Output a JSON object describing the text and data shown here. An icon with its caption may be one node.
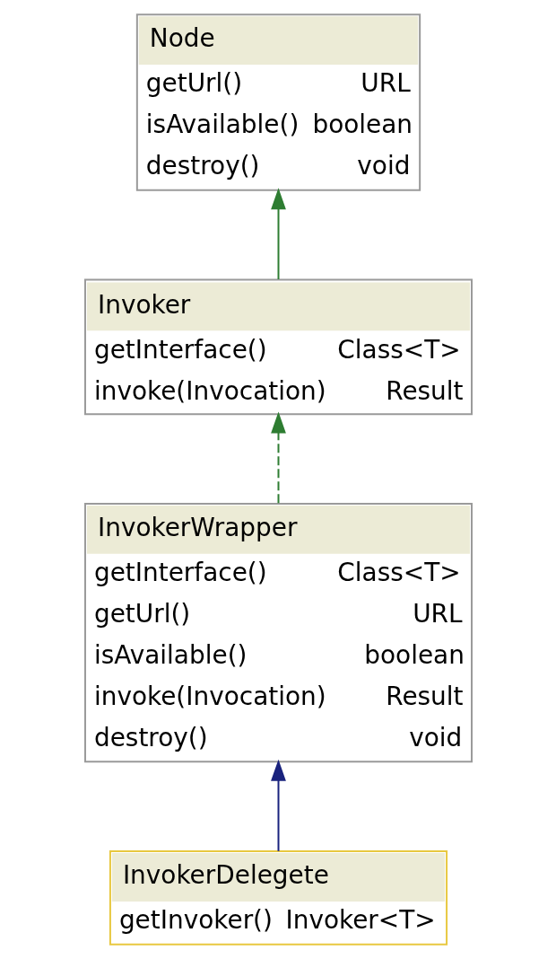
{
  "diagram": {
    "nodes": [
      {
        "text": [
          "Node",
          "getUrl()",
          "URL",
          "isAvailable()",
          "boolean",
          "destroy()",
          "void"
        ]
      },
      {
        "text": [
          "Invoker",
          "getInterface()",
          "Class<T>",
          "invoke(Invocation)",
          "Result"
        ]
      },
      {
        "text": [
          "InvokerWrapper",
          "getInterface()",
          "Class<T>",
          "getUrl()",
          "URL",
          "isAvailable()",
          "boolean",
          "invoke(Invocation)",
          "Result",
          "destroy()",
          "void"
        ]
      },
      {
        "text": [
          "InvokerDelegete",
          "getInvoker()",
          "Invoker<T>"
        ]
      }
    ],
    "edges": [
      {
        "from": 1,
        "to": 0,
        "arrow": "to",
        "color": "#2e7d32"
      },
      {
        "from": 2,
        "to": 1,
        "arrow": "to",
        "style": "dashed",
        "color": "#2e7d32"
      },
      {
        "from": 3,
        "to": 2,
        "arrow": "to",
        "color": "#1a237e"
      }
    ]
  }
}
